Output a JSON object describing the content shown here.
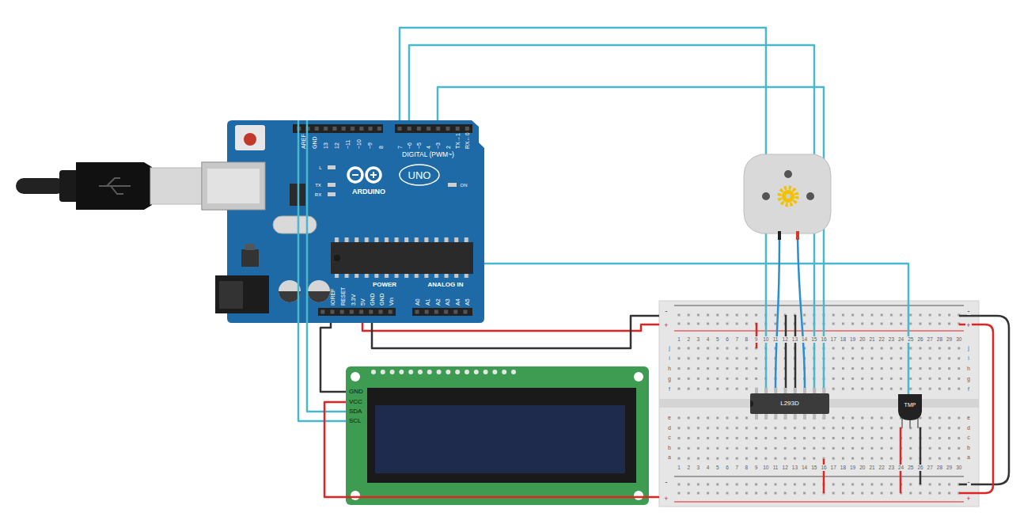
{
  "diagram": {
    "nodes": [
      {
        "text": [
          "AREF",
          "GND",
          "13",
          "12",
          "~11",
          "~10",
          "~9",
          "8",
          "7",
          "~6",
          "~5",
          "4",
          "~3",
          "2",
          "TX→1",
          "RX←0",
          "DIGITAL (PWM~)",
          "L",
          "TX",
          "RX",
          "ON",
          "UNO",
          "ARDUINO",
          "IOREF",
          "RESET",
          "3.3V",
          "5V",
          "GND",
          "GND",
          "Vin",
          "POWER",
          "ANALOG IN",
          "A0",
          "A1",
          "A2",
          "A3",
          "A4",
          "A5"
        ]
      },
      {
        "text": [
          "GND",
          "VCC",
          "SDA",
          "SCL"
        ]
      },
      {
        "text": [
          "-",
          "+",
          "-",
          "+",
          "1",
          "2",
          "3",
          "4",
          "5",
          "6",
          "7",
          "8",
          "9",
          "10",
          "11",
          "12",
          "13",
          "14",
          "15",
          "16",
          "17",
          "18",
          "19",
          "20",
          "21",
          "22",
          "23",
          "24",
          "25",
          "26",
          "27",
          "28",
          "29",
          "30",
          "j",
          "i",
          "h",
          "g",
          "f",
          "j",
          "i",
          "h",
          "g",
          "f",
          "e",
          "d",
          "c",
          "b",
          "a",
          "e",
          "d",
          "c",
          "b",
          "a",
          "1",
          "2",
          "3",
          "4",
          "5",
          "6",
          "7",
          "8",
          "9",
          "10",
          "11",
          "12",
          "13",
          "14",
          "15",
          "16",
          "17",
          "18",
          "19",
          "20",
          "21",
          "22",
          "23",
          "24",
          "25",
          "26",
          "27",
          "28",
          "29",
          "30",
          "-",
          "+",
          "-",
          "+"
        ]
      },
      {
        "text": [
          "L293D"
        ],
        "in": 2
      },
      {
        "text": [
          "TMP"
        ],
        "in": 2
      }
    ],
    "edges": [
      {
        "from": 0,
        "to": 1,
        "arrow": "none"
      },
      {
        "from": 0,
        "to": 1,
        "arrow": "none"
      },
      {
        "from": 0,
        "to": 1,
        "arrow": "none"
      },
      {
        "from": 0,
        "to": 3,
        "arrow": "none"
      },
      {
        "from": 0,
        "to": 3,
        "arrow": "none"
      },
      {
        "from": 0,
        "to": 3,
        "arrow": "none"
      },
      {
        "from": 0,
        "to": 4,
        "arrow": "none"
      },
      {
        "from": 0,
        "to": 2,
        "arrow": "none"
      },
      {
        "from": 0,
        "to": 2,
        "arrow": "none"
      },
      {
        "from": 1,
        "to": 2,
        "arrow": "none"
      }
    ]
  }
}
